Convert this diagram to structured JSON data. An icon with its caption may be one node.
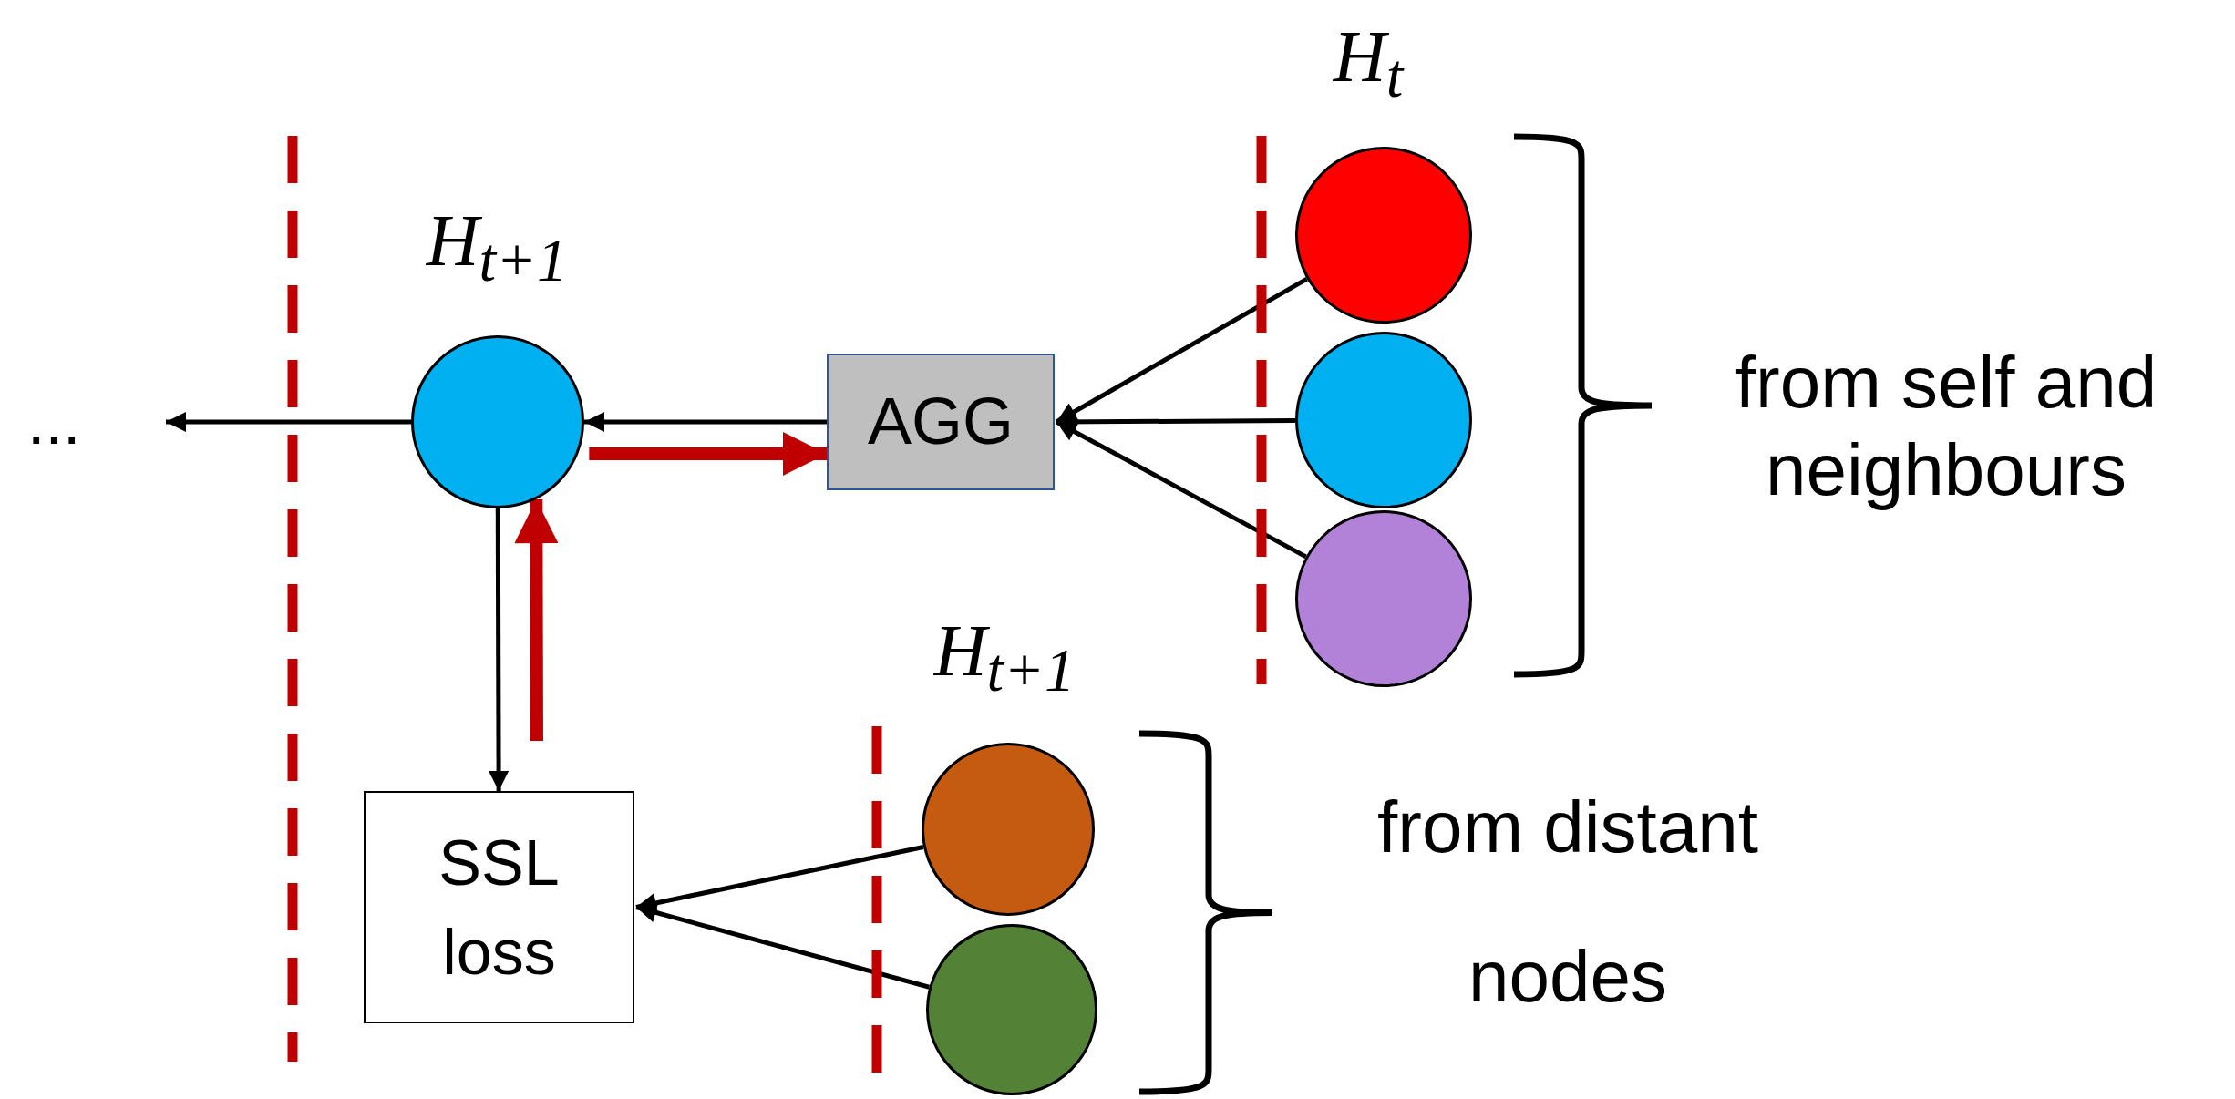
{
  "diagram": {
    "nodes": [
      {
        "text": [
          "..."
        ]
      },
      {
        "text": [],
        "shape": "circle"
      },
      {
        "text": [
          "AGG"
        ]
      },
      {
        "text": [],
        "shape": "circle"
      },
      {
        "text": [],
        "shape": "circle"
      },
      {
        "text": [],
        "shape": "circle"
      },
      {
        "text": [
          "SSL loss"
        ]
      },
      {
        "text": [],
        "shape": "circle"
      },
      {
        "text": [],
        "shape": "circle"
      }
    ],
    "edges": [
      {
        "from": 1,
        "to": 0,
        "arrow": "to"
      },
      {
        "from": 2,
        "to": 1,
        "arrow": "to"
      },
      {
        "from": 1,
        "to": 2,
        "arrow": "to",
        "style": "thick",
        "color": "#c00000"
      },
      {
        "from": 3,
        "to": 2,
        "arrow": "to"
      },
      {
        "from": 4,
        "to": 2,
        "arrow": "to"
      },
      {
        "from": 5,
        "to": 2,
        "arrow": "to"
      },
      {
        "from": 1,
        "to": 6,
        "arrow": "to"
      },
      {
        "from": 6,
        "to": 1,
        "arrow": "to",
        "style": "thick",
        "color": "#c00000"
      },
      {
        "from": 7,
        "to": 6,
        "arrow": "to"
      },
      {
        "from": 8,
        "to": 6,
        "arrow": "to"
      }
    ],
    "labels": [
      "H$_{t}$",
      "H$_{t+1}$",
      "H$_{t+1}$",
      "from self and neighbours",
      "from distant nodes"
    ]
  }
}
